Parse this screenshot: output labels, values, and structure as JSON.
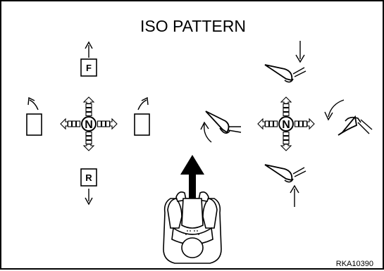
{
  "title": "ISO PATTERN",
  "figure_code": "RKA10390",
  "center_label": "N",
  "forward_label": "F",
  "reverse_label": "R",
  "colors": {
    "line": "#000000",
    "background": "#ffffff"
  },
  "icons": {
    "forward": "arrow-up-icon",
    "reverse": "arrow-down-icon",
    "left": "curved-arrow-up-left-icon",
    "right": "curved-arrow-up-right-icon",
    "driver": "driver-seated-topdown-icon",
    "pedal": "pedal-foot-icon"
  }
}
